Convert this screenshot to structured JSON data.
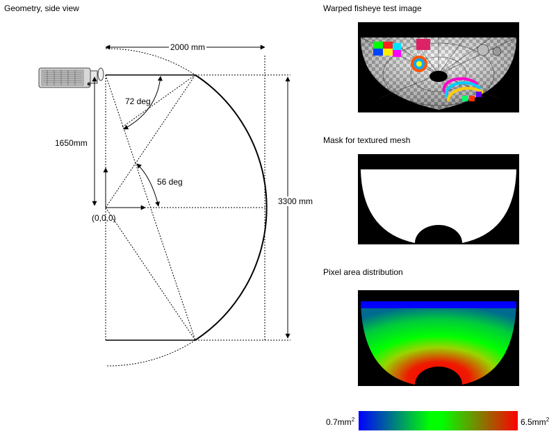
{
  "left_title": "Geometry, side view",
  "labels": {
    "width": "2000 mm",
    "height_half": "1650mm",
    "height_full": "3300 mm",
    "angle_top": "72 deg",
    "angle_mid": "56 deg",
    "origin": "(0,0,0)"
  },
  "panels": {
    "fisheye_title": "Warped fisheye test image",
    "mask_title": "Mask for textured mesh",
    "area_title": "Pixel area distribution"
  },
  "colorbar": {
    "min_value": "0.7mm",
    "max_value": "6.5mm",
    "exponent": "2",
    "colors": [
      "#0000ff",
      "#00ff00",
      "#ff0000"
    ]
  },
  "icons": [
    "projector-icon"
  ]
}
